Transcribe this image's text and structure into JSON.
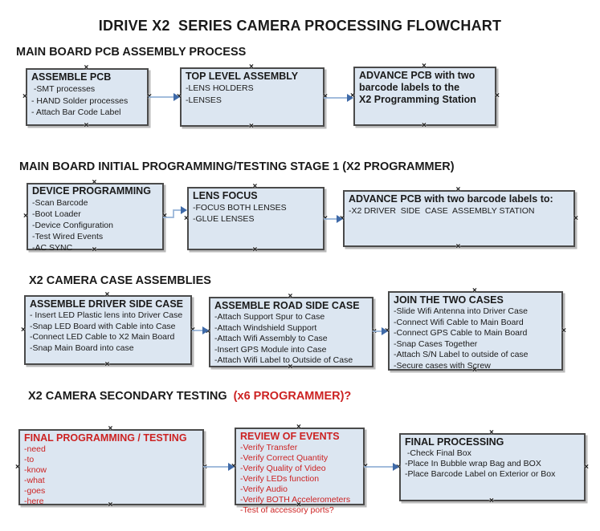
{
  "title": "IDRIVE X2  SERIES CAMERA PROCESSING FLOWCHART",
  "anchor_glyph": "×",
  "colors": {
    "box_fill": "#dce6f1",
    "box_border": "#4a4a4a",
    "arrow_line": "#95b3d7",
    "arrow_head": "#3f6aa8",
    "red": "#cc2222",
    "ink": "#1a1a1a"
  },
  "sections": [
    {
      "heading": "MAIN BOARD PCB ASSEMBLY PROCESS",
      "heading_red": "",
      "boxes": [
        {
          "title": "ASSEMBLE PCB",
          "items": [
            " -SMT processes",
            "- HAND Solder processes",
            "- Attach Bar Code Label"
          ]
        },
        {
          "title": "TOP LEVEL ASSEMBLY",
          "items": [
            "-LENS HOLDERS",
            "-LENSES"
          ]
        },
        {
          "title": "ADVANCE PCB with two\nbarcode labels to the\n X2 Programming Station",
          "items": []
        }
      ]
    },
    {
      "heading": "MAIN BOARD INITIAL PROGRAMMING/TESTING STAGE 1 (X2 PROGRAMMER)",
      "heading_red": "",
      "boxes": [
        {
          "title": "DEVICE PROGRAMMING",
          "items": [
            "-Scan Barcode",
            "-Boot Loader",
            "-Device Configuration",
            "-Test Wired Events",
            "-AC SYNC"
          ]
        },
        {
          "title": "LENS FOCUS",
          "items": [
            "-FOCUS BOTH LENSES",
            "-GLUE LENSES"
          ]
        },
        {
          "title": "ADVANCE PCB with two barcode labels to:",
          "items": [
            "-X2 DRIVER  SIDE  CASE  ASSEMBLY STATION"
          ]
        }
      ]
    },
    {
      "heading": "X2 CAMERA CASE ASSEMBLIES",
      "heading_red": "",
      "boxes": [
        {
          "title": "ASSEMBLE DRIVER SIDE CASE",
          "items": [
            "- Insert LED Plastic lens into Driver Case",
            "-Snap LED Board with Cable into Case",
            "-Connect LED Cable to X2 Main Board",
            "-Snap Main Board into case"
          ]
        },
        {
          "title": "ASSEMBLE ROAD SIDE CASE",
          "items": [
            "-Attach Support Spur to Case",
            "-Attach Windshield Support",
            "-Attach Wifi Assembly to Case",
            "-Insert GPS Module into Case",
            "-Attach Wifi Label to Outside of Case"
          ]
        },
        {
          "title": "JOIN THE TWO CASES",
          "items": [
            "-Slide Wifi Antenna into Driver Case",
            "-Connect Wifi Cable to Main Board",
            "-Connect GPS Cable to Main Board",
            "-Snap Cases Together",
            "-Attach S/N Label to outside of case",
            "-Secure cases with Screw"
          ]
        }
      ]
    },
    {
      "heading": "X2 CAMERA SECONDARY TESTING  ",
      "heading_red": "(x6 PROGRAMMER)?",
      "boxes": [
        {
          "title": "FINAL PROGRAMMING / TESTING",
          "items": [
            "-need",
            "-to",
            "-know",
            "-what",
            "-goes",
            "-here"
          ]
        },
        {
          "title": "REVIEW OF EVENTS",
          "items": [
            "-Verify Transfer",
            "-Verify Correct Quantity",
            "-Verify Quality of Video",
            "-Verify LEDs function",
            "-Verify Audio",
            "-Verify BOTH Accelerometers",
            "-Test of accessory ports?"
          ]
        },
        {
          "title": "FINAL PROCESSING",
          "items": [
            " -Check Final Box",
            "-Place In Bubble wrap Bag and BOX",
            "-Place Barcode Label on Exterior or Box"
          ]
        }
      ]
    }
  ]
}
